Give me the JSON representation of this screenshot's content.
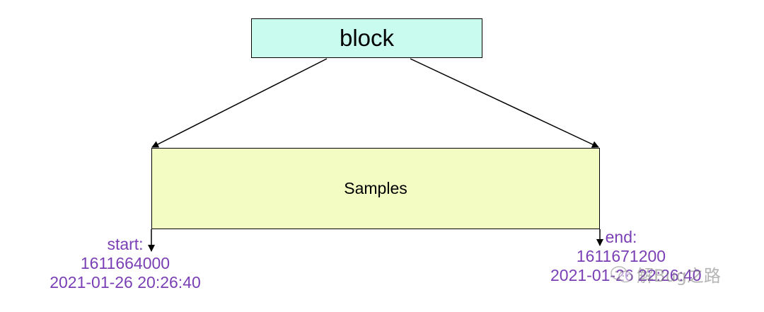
{
  "diagram": {
    "block_label": "block",
    "samples_label": "Samples",
    "start": {
      "title": "start:",
      "timestamp": "1611664000",
      "datetime": "2021-01-26 20:26:40"
    },
    "end": {
      "title": "end:",
      "timestamp": "1611671200",
      "datetime": "2021-01-26 22:26:40"
    }
  },
  "watermark": {
    "text": "解Bug之路",
    "icon": "wechat-icon"
  },
  "colors": {
    "block_fill": "#c9fbef",
    "samples_fill": "#f3fcc2",
    "label_text": "#7a3fb5",
    "line": "#000000"
  }
}
